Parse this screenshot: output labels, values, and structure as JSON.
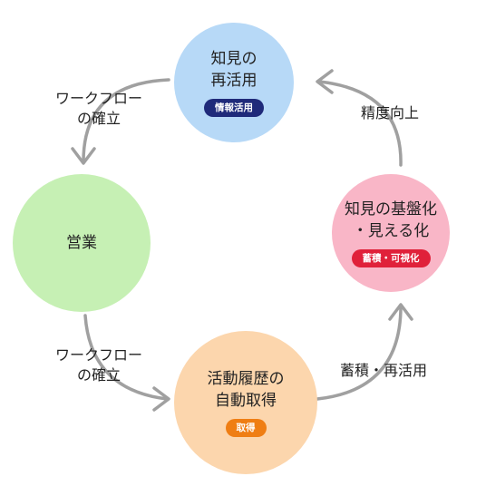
{
  "nodes": {
    "top": {
      "title": "知見の\n再活用",
      "badge": "情報活用",
      "color": "#b7d9f7",
      "badge_color": "#1f2a7a"
    },
    "left": {
      "title": "営業",
      "color": "#c6f0b4"
    },
    "right": {
      "title": "知見の基盤化\n・見える化",
      "badge": "蓄積・可視化",
      "color": "#f9b6c7",
      "badge_color": "#e0213a"
    },
    "bottom": {
      "title": "活動履歴の\n自動取得",
      "badge": "取得",
      "color": "#fcd6ad",
      "badge_color": "#ef7e14"
    }
  },
  "edges": {
    "top_to_left": "ワークフロー\nの確立",
    "left_to_bottom": "ワークフロー\nの確立",
    "bottom_to_right": "蓄積・再活用",
    "right_to_top": "精度向上"
  },
  "arrow_color": "#9e9e9e"
}
